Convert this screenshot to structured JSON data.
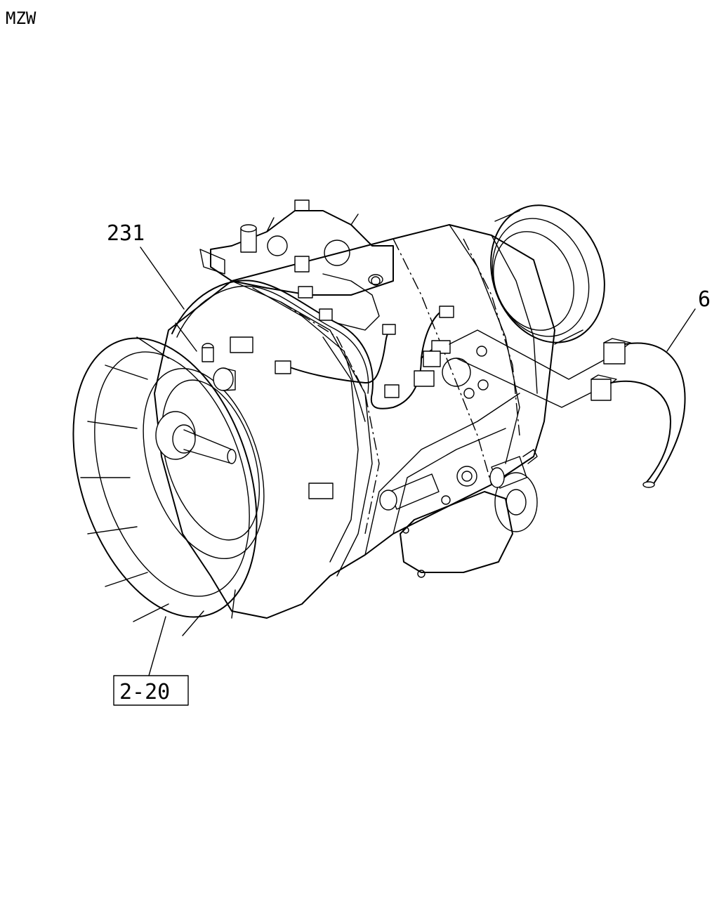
{
  "header": {
    "code": "MZW"
  },
  "callouts": {
    "harness": "231",
    "sensor_lead": "6",
    "reference": "2-20"
  }
}
